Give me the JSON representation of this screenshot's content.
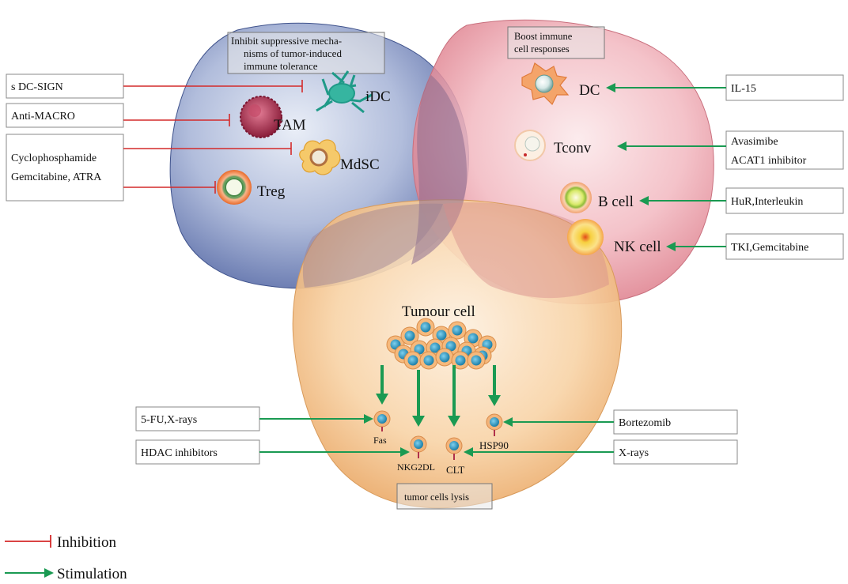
{
  "top_left_note": [
    "Inhibit suppressive mecha-",
    "nisms of tumor-induced",
    "immune tolerance"
  ],
  "top_right_note": [
    "Boost immune",
    "cell responses"
  ],
  "left_boxes": {
    "dc_sign": "s DC-SIGN",
    "anti_macro": "Anti-MACRO",
    "cyclo_line1": "Cyclophosphamide",
    "cyclo_line2": "Gemcitabine, ATRA"
  },
  "right_boxes": {
    "il15": "IL-15",
    "avasimibe_line1": "Avasimibe",
    "avasimibe_line2": "ACAT1 inhibitor",
    "hur": "HuR,Interleukin",
    "tki": "TKI,Gemcitabine"
  },
  "bottom_boxes": {
    "fu": "5-FU,X-rays",
    "hdac": "HDAC inhibitors",
    "bortezomib": "Bortezomib",
    "xrays": "X-rays"
  },
  "cells_suppressive": {
    "idc": "iDC",
    "tam": "TAM",
    "mdsc": "MdSC",
    "treg": "Treg"
  },
  "cells_effector": {
    "dc": "DC",
    "tconv": "Tconv",
    "bcell": "B cell",
    "nkcell": "NK cell"
  },
  "tumour": {
    "title": "Tumour cell",
    "fas": "Fas",
    "nkg2dl": "NKG2DL",
    "clt": "CLT",
    "hsp90": "HSP90",
    "lysis": "tumor cells lysis"
  },
  "legend": {
    "inhibition": "Inhibition",
    "stimulation": "Stimulation"
  },
  "colors": {
    "inhibition": "#d42a2a",
    "stimulation": "#1a9a52",
    "blue_zone": "#5c72ae",
    "pink_zone": "#e58a98",
    "orange_zone": "#f3c08a",
    "cell_nucleus": "#2c8fb5"
  }
}
